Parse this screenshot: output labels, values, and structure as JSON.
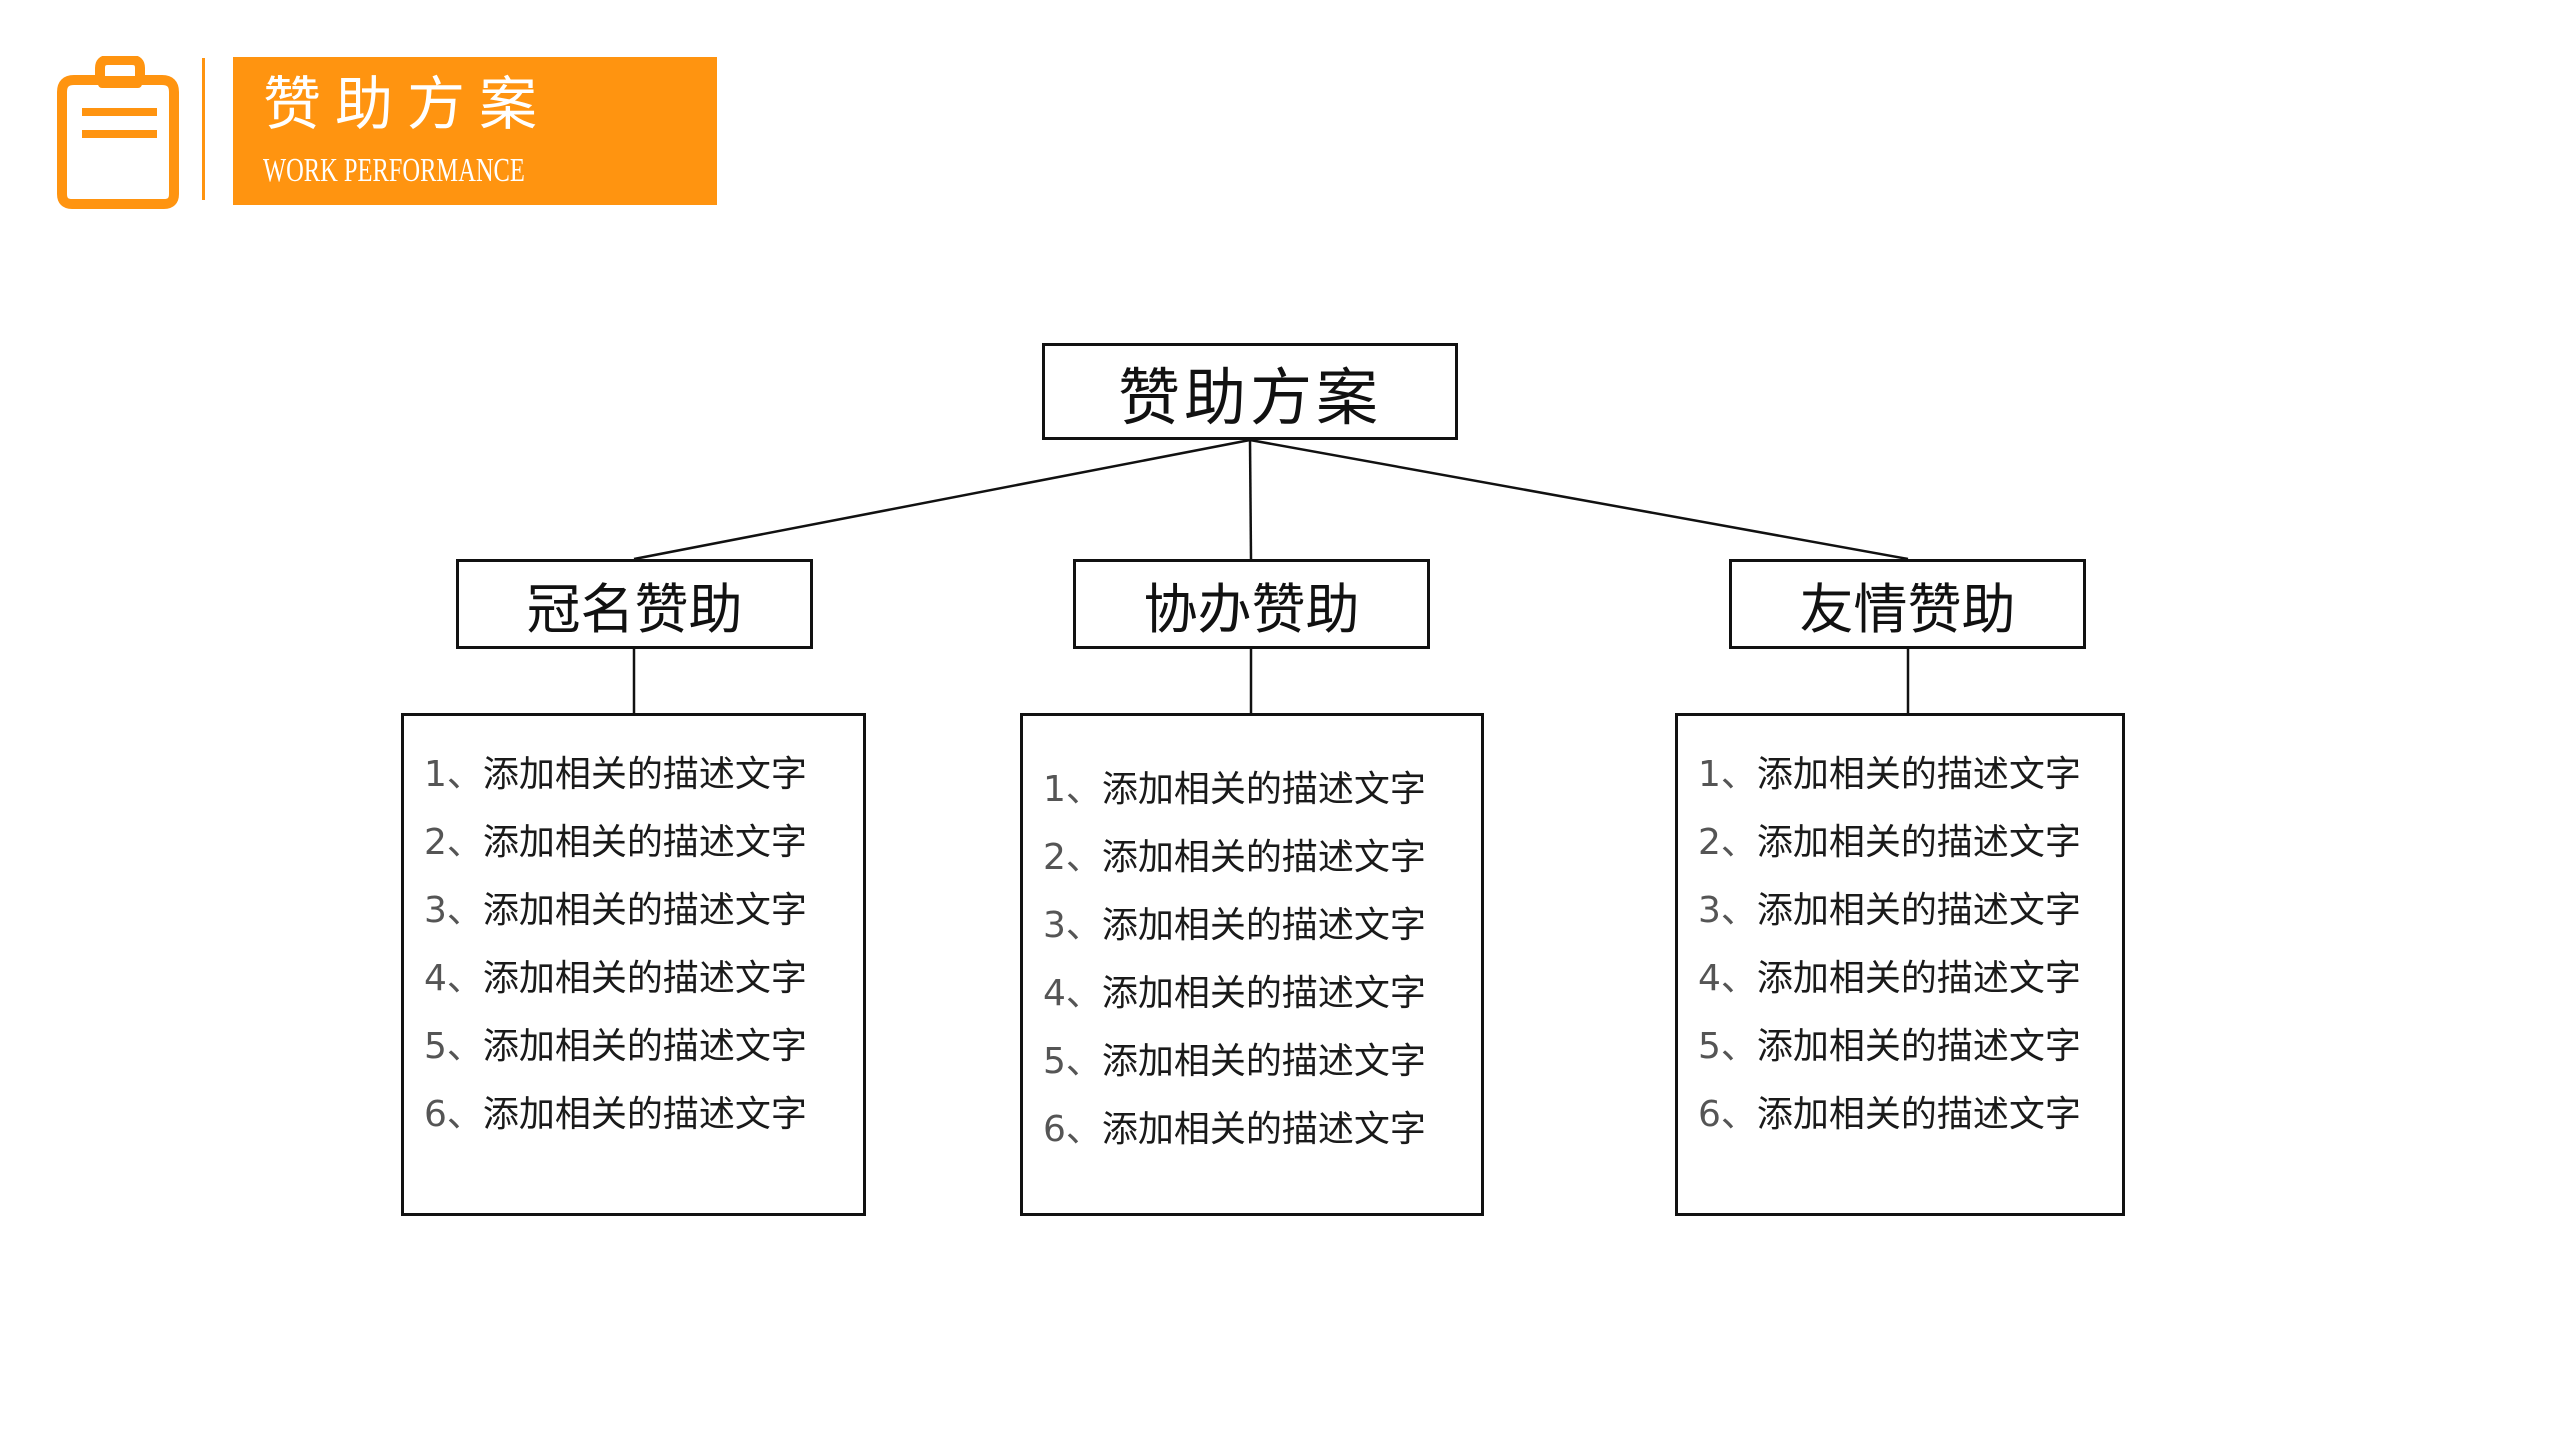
{
  "header": {
    "icon": "clipboard-icon",
    "title": "赞助方案",
    "subtitle": "WORK PERFORMANCE",
    "accent_color": "#FF9410"
  },
  "diagram": {
    "root": {
      "label": "赞助方案"
    },
    "branches": [
      {
        "label": "冠名赞助",
        "items": [
          {
            "num": "1、",
            "text": "添加相关的描述文字"
          },
          {
            "num": "2、",
            "text": "添加相关的描述文字"
          },
          {
            "num": "3、",
            "text": "添加相关的描述文字"
          },
          {
            "num": "4、",
            "text": "添加相关的描述文字"
          },
          {
            "num": "5、",
            "text": "添加相关的描述文字"
          },
          {
            "num": "6、",
            "text": "添加相关的描述文字"
          }
        ]
      },
      {
        "label": "协办赞助",
        "items": [
          {
            "num": "1、",
            "text": "添加相关的描述文字"
          },
          {
            "num": "2、",
            "text": "添加相关的描述文字"
          },
          {
            "num": "3、",
            "text": "添加相关的描述文字"
          },
          {
            "num": "4、",
            "text": "添加相关的描述文字"
          },
          {
            "num": "5、",
            "text": "添加相关的描述文字"
          },
          {
            "num": "6、",
            "text": "添加相关的描述文字"
          }
        ]
      },
      {
        "label": "友情赞助",
        "items": [
          {
            "num": "1、",
            "text": "添加相关的描述文字"
          },
          {
            "num": "2、",
            "text": "添加相关的描述文字"
          },
          {
            "num": "3、",
            "text": "添加相关的描述文字"
          },
          {
            "num": "4、",
            "text": "添加相关的描述文字"
          },
          {
            "num": "5、",
            "text": "添加相关的描述文字"
          },
          {
            "num": "6、",
            "text": "添加相关的描述文字"
          }
        ]
      }
    ]
  }
}
